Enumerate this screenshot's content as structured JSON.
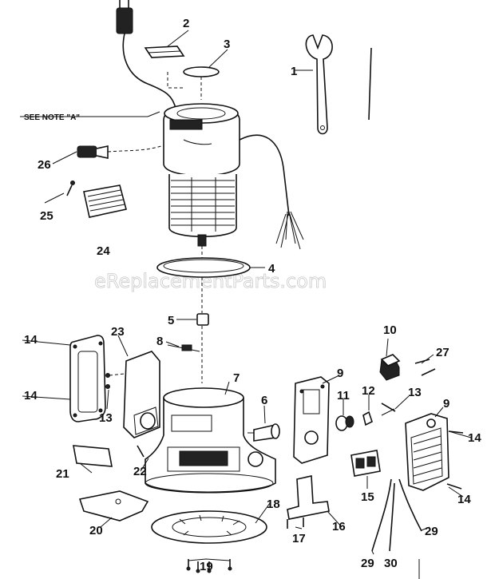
{
  "note": "SEE NOTE \"A\"",
  "watermark": "eReplacementParts.com",
  "part_labels": [
    "1",
    "2",
    "3",
    "4",
    "5",
    "6",
    "7",
    "8",
    "9",
    "9",
    "10",
    "11",
    "12",
    "13",
    "13",
    "14",
    "14",
    "14",
    "14",
    "15",
    "16",
    "17",
    "18",
    "19",
    "20",
    "21",
    "22",
    "23",
    "24",
    "25",
    "26",
    "27",
    "29",
    "29",
    "30"
  ]
}
